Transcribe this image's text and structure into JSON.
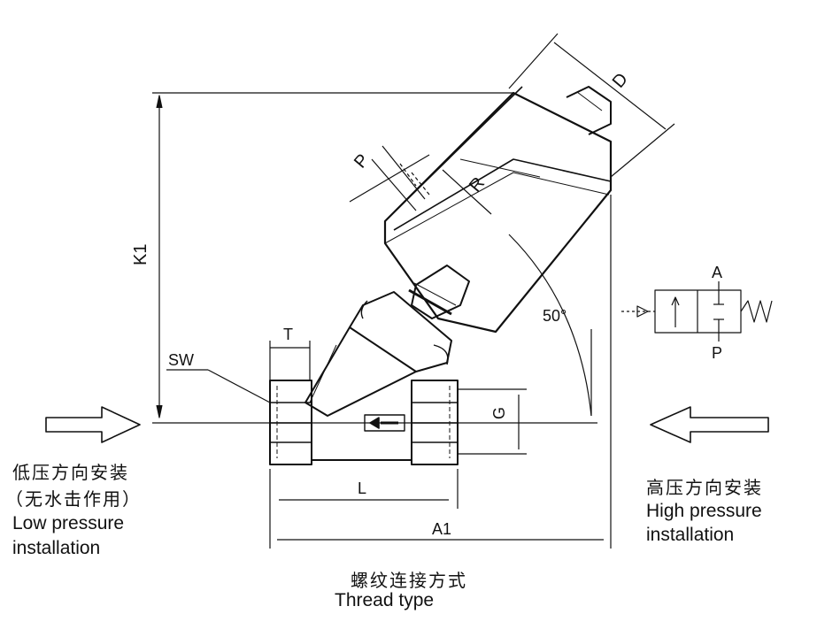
{
  "labels": {
    "dimension_d": "D",
    "dimension_k1": "K1",
    "dimension_p": "P",
    "dimension_r": "R",
    "angle": "50°",
    "dimension_t": "T",
    "dimension_sw": "SW",
    "dimension_g": "G",
    "dimension_l": "L",
    "dimension_a1": "A1",
    "port_a": "A",
    "port_p": "P"
  },
  "left_caption": {
    "zh_line1": "低压方向安装",
    "zh_line2": "（无水击作用）",
    "en_line1": "Low pressure",
    "en_line2": "installation"
  },
  "right_caption": {
    "zh_line1": "高压方向安装",
    "en_line1": "High pressure",
    "en_line2": "installation"
  },
  "bottom_caption": {
    "zh": "螺纹连接方式",
    "en": "Thread type"
  },
  "colors": {
    "line": "#111111",
    "background": "#ffffff"
  }
}
